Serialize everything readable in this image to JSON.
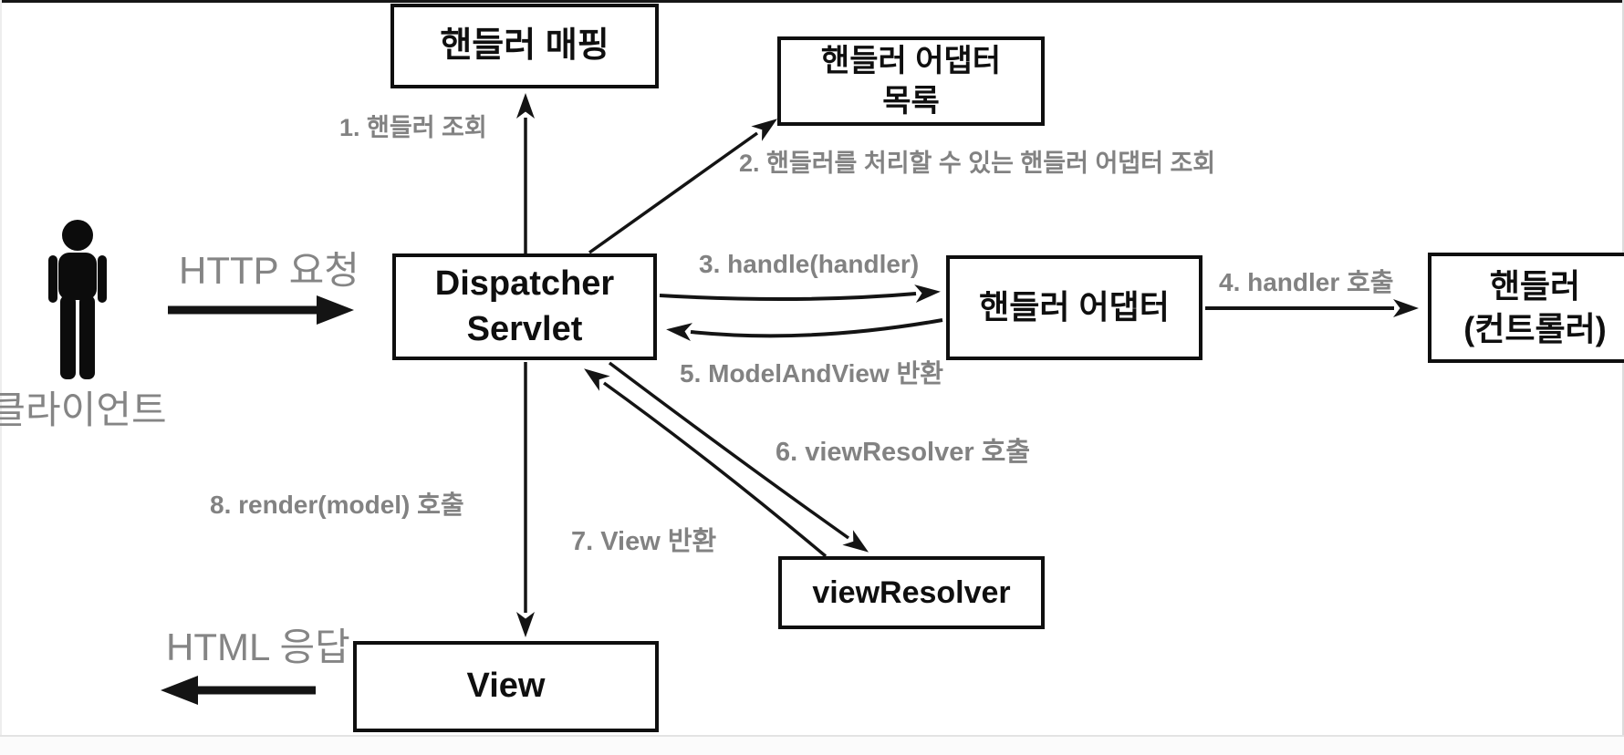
{
  "boxes": {
    "handler_mapping": "핸들러 매핑",
    "handler_adapter_list_line1": "핸들러 어댑터",
    "handler_adapter_list_line2": "목록",
    "dispatcher_servlet_line1": "Dispatcher",
    "dispatcher_servlet_line2": "Servlet",
    "handler_adapter": "핸들러 어댑터",
    "handler_controller_line1": "핸들러",
    "handler_controller_line2": "(컨트롤러)",
    "view_resolver": "viewResolver",
    "view": "View"
  },
  "actor": {
    "label": "클라이언트"
  },
  "labels": {
    "http_request": "HTTP 요청",
    "html_response": "HTML 응답",
    "step1": "1. 핸들러 조회",
    "step2": "2. 핸들러를 처리할 수 있는 핸들러 어댑터 조회",
    "step3": "3. handle(handler)",
    "step4": "4. handler 호출",
    "step5": "5. ModelAndView 반환",
    "step6": "6. viewResolver 호출",
    "step7": "7. View 반환",
    "step8": "8. render(model) 호출"
  },
  "colors": {
    "box_border": "#0f0f0f",
    "box_text": "#0f0f0f",
    "label_gray": "#828282",
    "arrow_black": "#141414",
    "canvas_bg": "#ffffff"
  }
}
